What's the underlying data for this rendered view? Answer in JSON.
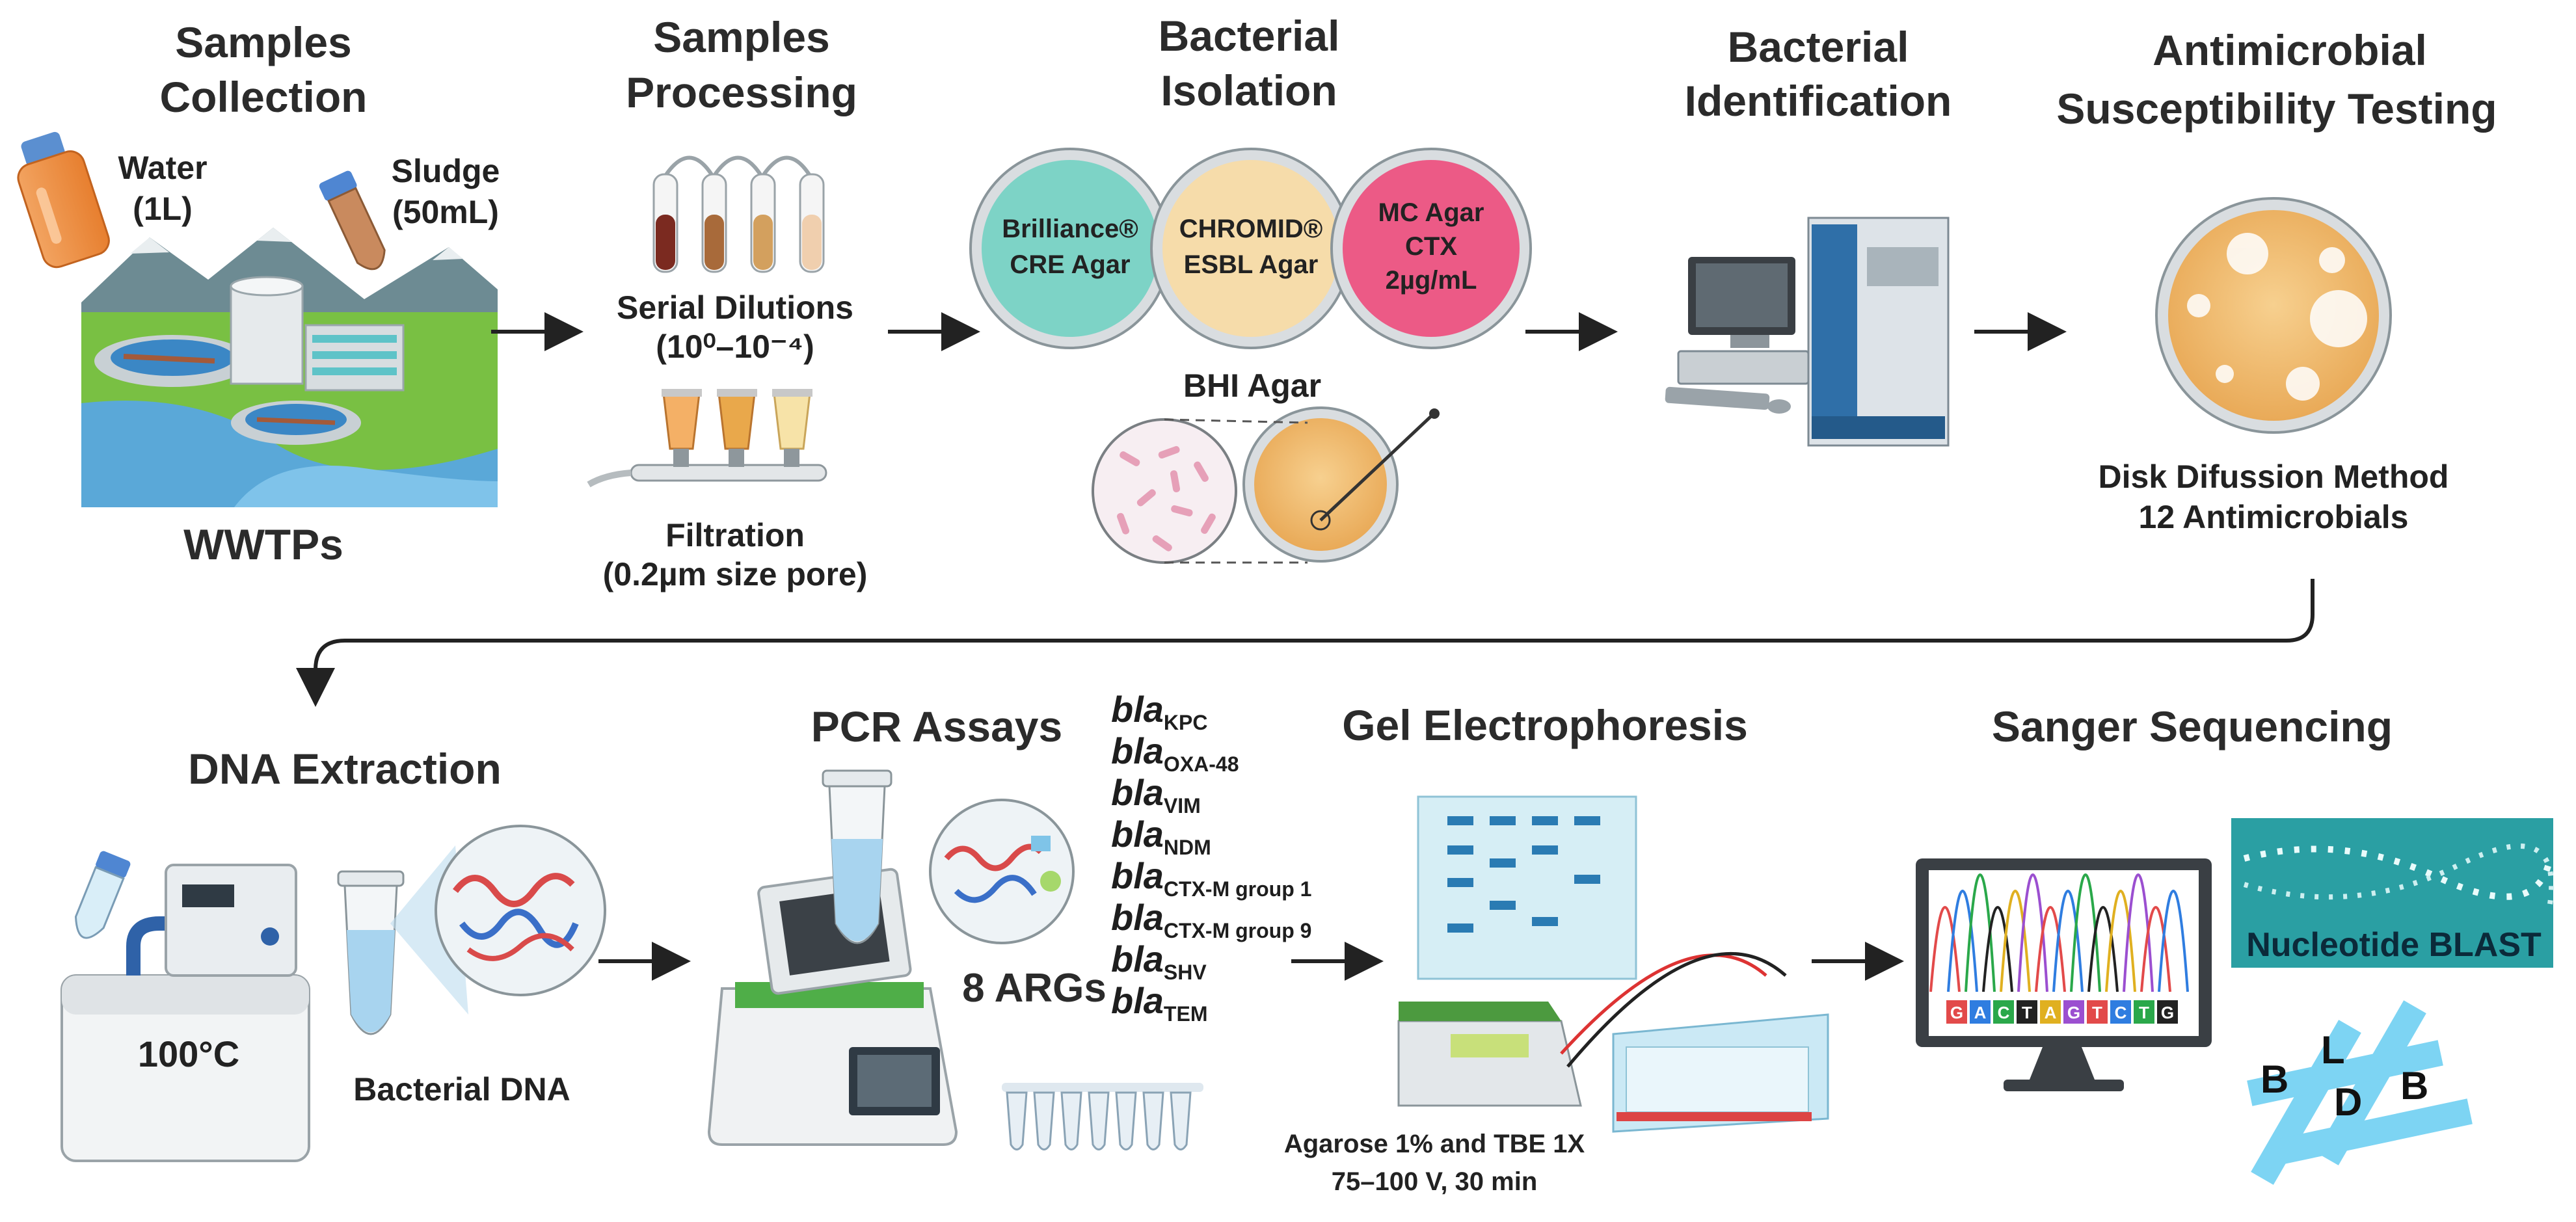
{
  "steps": {
    "collection": {
      "title1": "Samples",
      "title2": "Collection",
      "water": "Water",
      "water_vol": "(1L)",
      "sludge": "Sludge",
      "sludge_vol": "(50mL)",
      "site": "WWTPs"
    },
    "processing": {
      "title1": "Samples",
      "title2": "Processing",
      "dilution": "Serial Dilutions",
      "dilution_range": "(10⁰–10⁻⁴)",
      "filtration": "Filtration",
      "pore": "(0.2µm size pore)"
    },
    "isolation": {
      "title1": "Bacterial",
      "title2": "Isolation",
      "plate1_l1": "Brilliance®",
      "plate1_l2": "CRE Agar",
      "plate2_l1": "CHROMID®",
      "plate2_l2": "ESBL Agar",
      "plate3_l1": "MC Agar",
      "plate3_l2": "CTX",
      "plate3_l3": "2µg/mL",
      "bhi": "BHI Agar"
    },
    "identification": {
      "title1": "Bacterial",
      "title2": "Identification"
    },
    "ast": {
      "title1": "Antimicrobial",
      "title2": "Susceptibility Testing",
      "method": "Disk Difussion Method",
      "count": "12 Antimicrobials"
    },
    "dna": {
      "title": "DNA Extraction",
      "temp": "100°C",
      "label": "Bacterial DNA"
    },
    "pcr": {
      "title": "PCR Assays",
      "args": "8 ARGs"
    },
    "gel": {
      "title": "Gel Electrophoresis",
      "cond1": "Agarose 1% and TBE 1X",
      "cond2": "75–100 V, 30 min"
    },
    "sanger": {
      "title": "Sanger Sequencing",
      "blast": "Nucleotide BLAST",
      "bldb": [
        "B",
        "L",
        "D",
        "B"
      ]
    }
  },
  "genes": [
    {
      "base": "bla",
      "sub": "KPC"
    },
    {
      "base": "bla",
      "sub": "OXA-48"
    },
    {
      "base": "bla",
      "sub": "VIM"
    },
    {
      "base": "bla",
      "sub": "NDM"
    },
    {
      "base": "bla",
      "sub": "CTX-M group 1"
    },
    {
      "base": "bla",
      "sub": "CTX-M group 9"
    },
    {
      "base": "bla",
      "sub": "SHV"
    },
    {
      "base": "bla",
      "sub": "TEM"
    }
  ],
  "chromatogram_bases": [
    "G",
    "A",
    "C",
    "T",
    "A",
    "G",
    "T",
    "C",
    "T",
    "G"
  ],
  "colors": {
    "cre": "#7dd3c6",
    "esbl": "#f6dcaa",
    "mc": "#ec5a86",
    "agar": "#f3c57e",
    "arrow": "#222222"
  }
}
